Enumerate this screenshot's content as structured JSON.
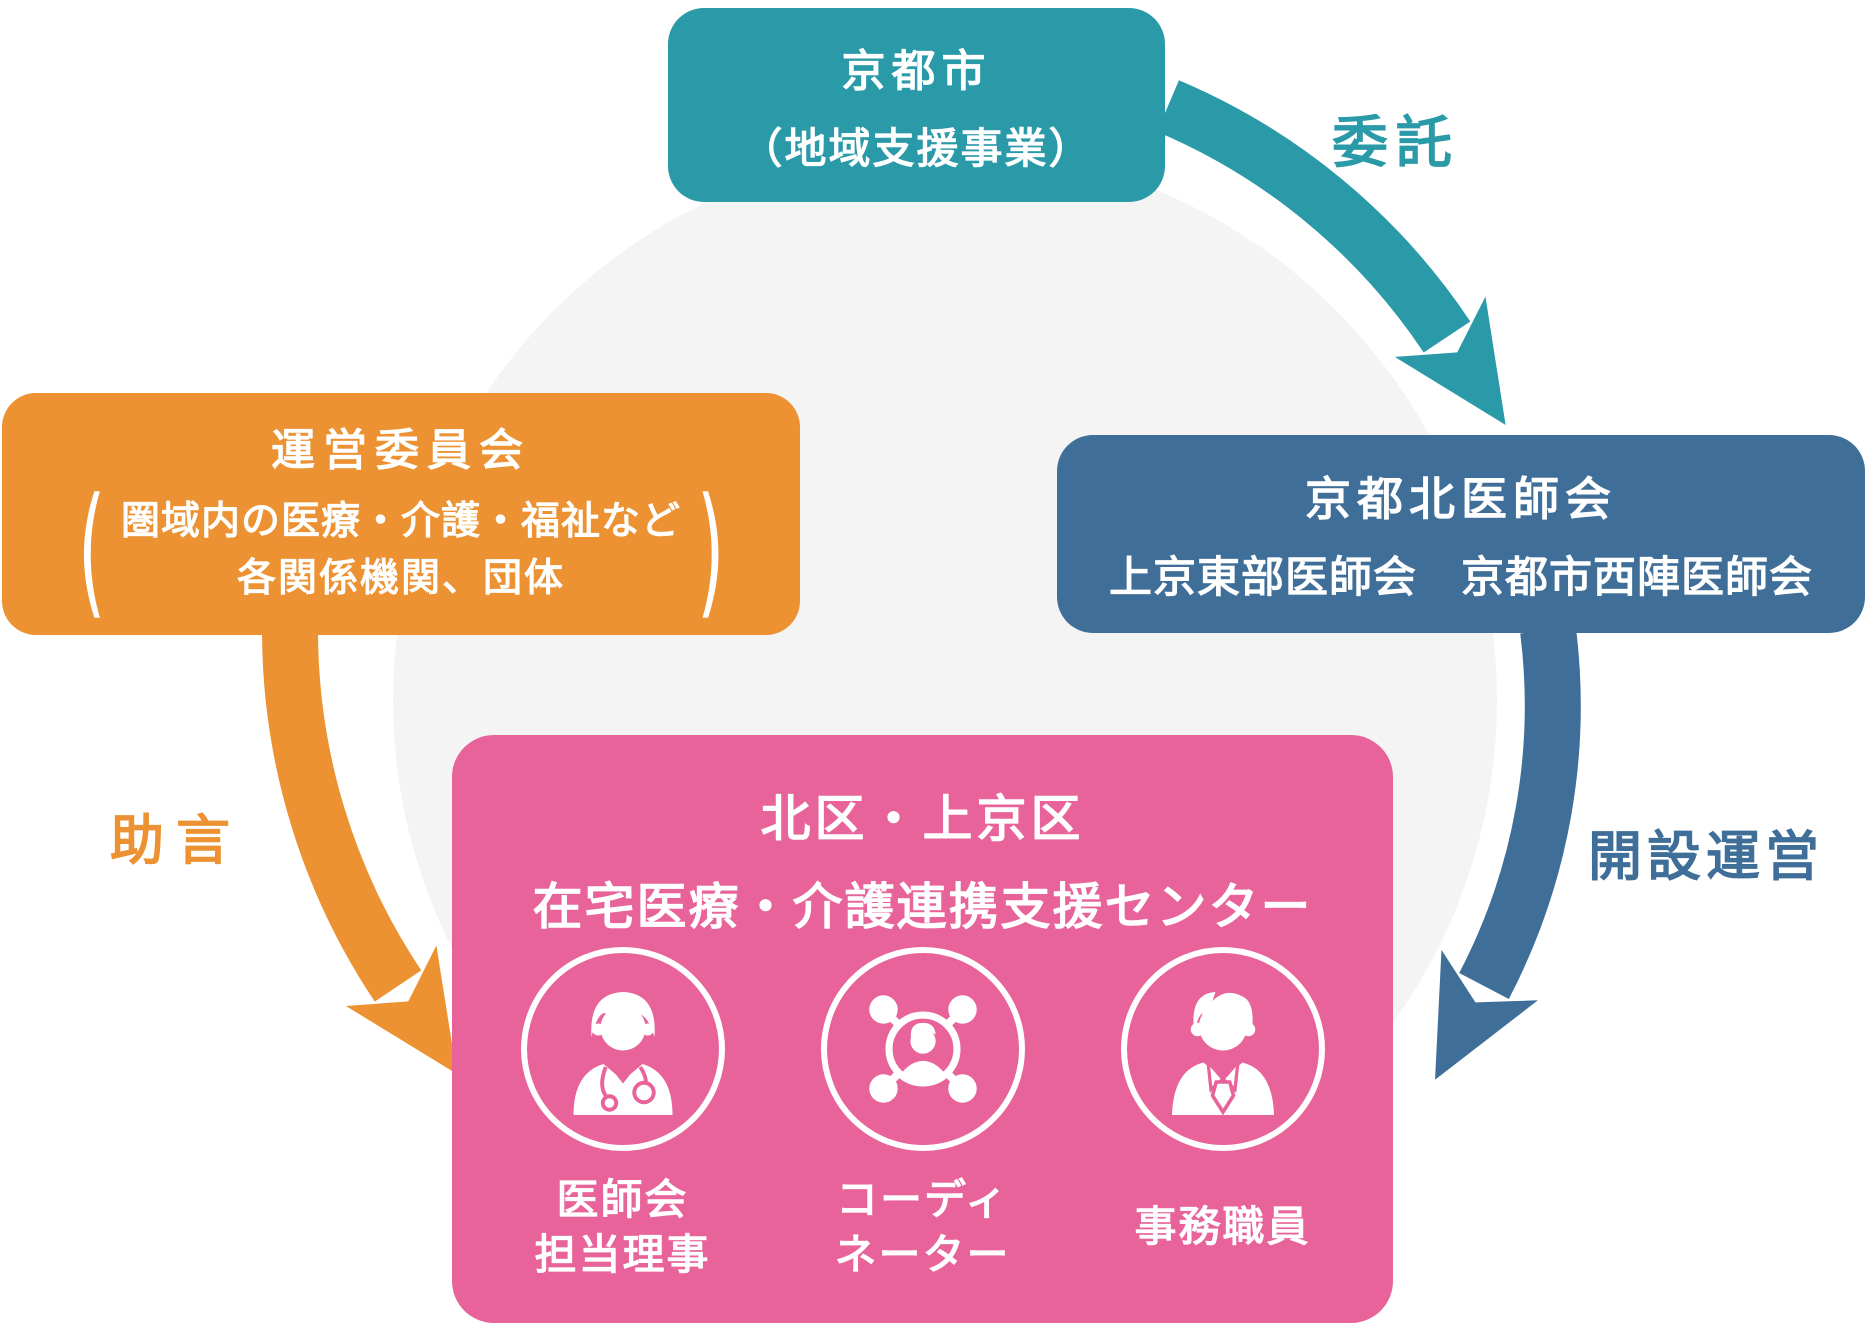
{
  "colors": {
    "teal": "#2B9AA8",
    "blue": "#3F6F98",
    "orange": "#EC9232",
    "pink": "#E7639A",
    "background_circle": "#F4F4F5"
  },
  "boxes": {
    "kyoto_city": {
      "line1": "京都市",
      "line2": "（地域支援事業）"
    },
    "medical_associations": {
      "line1": "京都北医師会",
      "line2": "上京東部医師会　京都市西陣医師会"
    },
    "steering_committee": {
      "title": "運営委員会",
      "paren_open": "(",
      "paren_close": ")",
      "detail_line1": "圏域内の医療・介護・福祉など",
      "detail_line2": "各関係機関、団体"
    },
    "support_center": {
      "line1": "北区・上京区",
      "line2": "在宅医療・介護連携支援センター"
    }
  },
  "arrows": {
    "entrustment": {
      "label": "委託"
    },
    "establishment": {
      "label": "開設運営"
    },
    "advice": {
      "label": "助言"
    }
  },
  "staff": [
    {
      "icon": "doctor-icon",
      "line1": "医師会",
      "line2": "担当理事"
    },
    {
      "icon": "coordinator-icon",
      "line1": "コーディ",
      "line2": "ネーター"
    },
    {
      "icon": "clerk-icon",
      "line1": "事務職員",
      "line2": ""
    }
  ]
}
